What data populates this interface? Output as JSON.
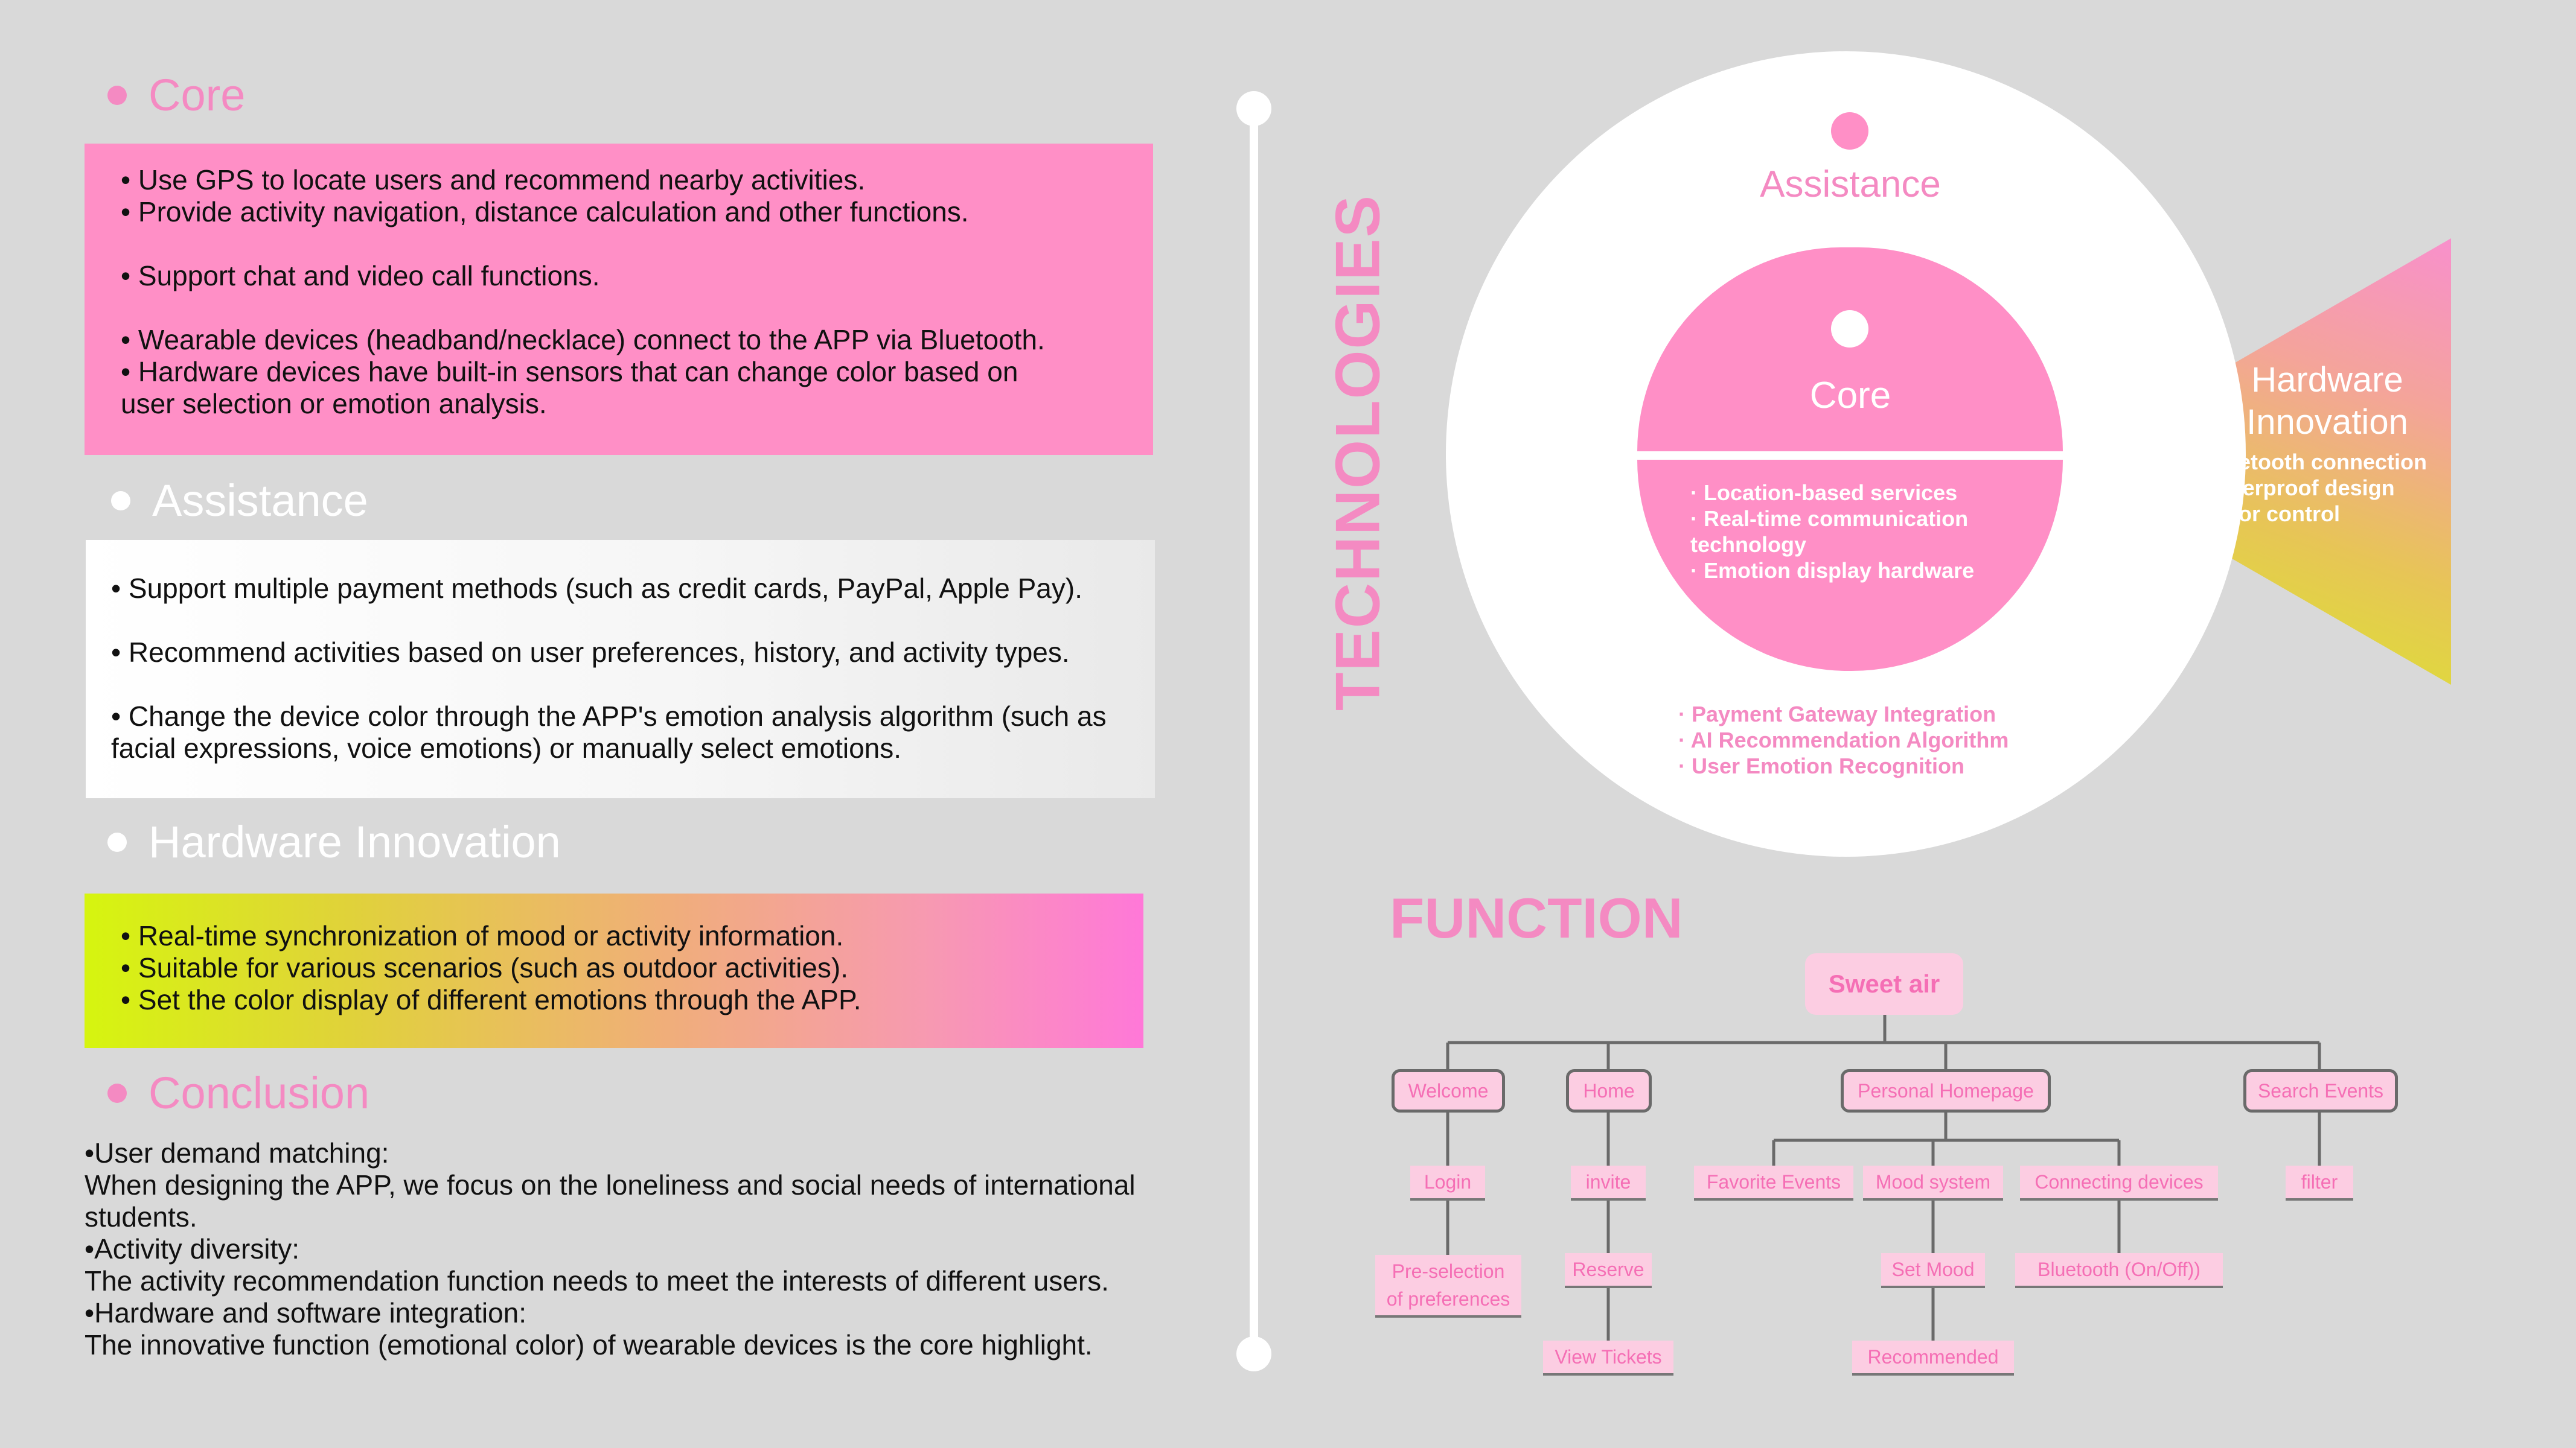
{
  "left": {
    "core": {
      "heading": "Core",
      "lines": [
        "• Use GPS to locate users and recommend nearby activities.",
        "• Provide activity navigation, distance calculation and other functions.",
        "",
        "• Support chat and video call functions.",
        "",
        "• Wearable devices (headband/necklace) connect to the APP via Bluetooth.",
        "• Hardware devices have built-in sensors that can change color based on",
        "user selection or emotion analysis."
      ]
    },
    "assistance": {
      "heading": "Assistance",
      "lines": [
        "• Support multiple payment methods (such as credit cards, PayPal, Apple Pay).",
        "",
        "• Recommend activities based on user preferences, history, and activity types.",
        "",
        "• Change the device color through the APP's emotion analysis algorithm (such as",
        "facial expressions, voice emotions) or manually select emotions."
      ]
    },
    "hardware": {
      "heading": "Hardware Innovation",
      "lines": [
        "• Real-time synchronization of mood or activity information.",
        "• Suitable for various scenarios (such as outdoor activities).",
        "• Set the color display of different emotions through the APP."
      ]
    },
    "conclusion": {
      "heading": "Conclusion",
      "lines": [
        "•User demand matching:",
        "When designing the APP, we focus on the loneliness and social needs of international",
        "students.",
        "•Activity diversity:",
        "The activity recommendation function needs to meet the interests of different users.",
        "•Hardware and software integration:",
        "The innovative function (emotional color) of wearable devices is the core highlight."
      ]
    }
  },
  "technologies": {
    "title": "TECHNOLOGIES",
    "assistance_label": "Assistance",
    "assistance_items": [
      "· Payment Gateway Integration",
      "· AI Recommendation Algorithm",
      "· User Emotion Recognition"
    ],
    "core_label": "Core",
    "core_items": [
      "· Location-based services",
      "· Real-time communication",
      "technology",
      "· Emotion display hardware"
    ],
    "hardware_label_line1": "Hardware",
    "hardware_label_line2": "Innovation",
    "hardware_items": [
      "· Bluetooth connection",
      "· Waterproof design",
      "· Color control"
    ]
  },
  "function": {
    "title": "FUNCTION",
    "root": "Sweet air",
    "welcome": "Welcome",
    "login": "Login",
    "preselection_1": "Pre-selection",
    "preselection_2": "of preferences",
    "home": "Home",
    "invite": "invite",
    "reserve": "Reserve",
    "view_tickets": "View Tickets",
    "personal_homepage": "Personal Homepage",
    "favorite_events": "Favorite Events",
    "mood_system": "Mood system",
    "set_mood": "Set Mood",
    "recommended": "Recommended",
    "connecting_devices": "Connecting devices",
    "bluetooth": "Bluetooth (On/Off))",
    "search_events": "Search Events",
    "filter": "filter"
  },
  "colors": {
    "background": "#d9d9d9",
    "pink": "#ff8fc6",
    "pink_text": "#f48ac2",
    "white": "#ffffff",
    "lime": "#d6f50f"
  }
}
